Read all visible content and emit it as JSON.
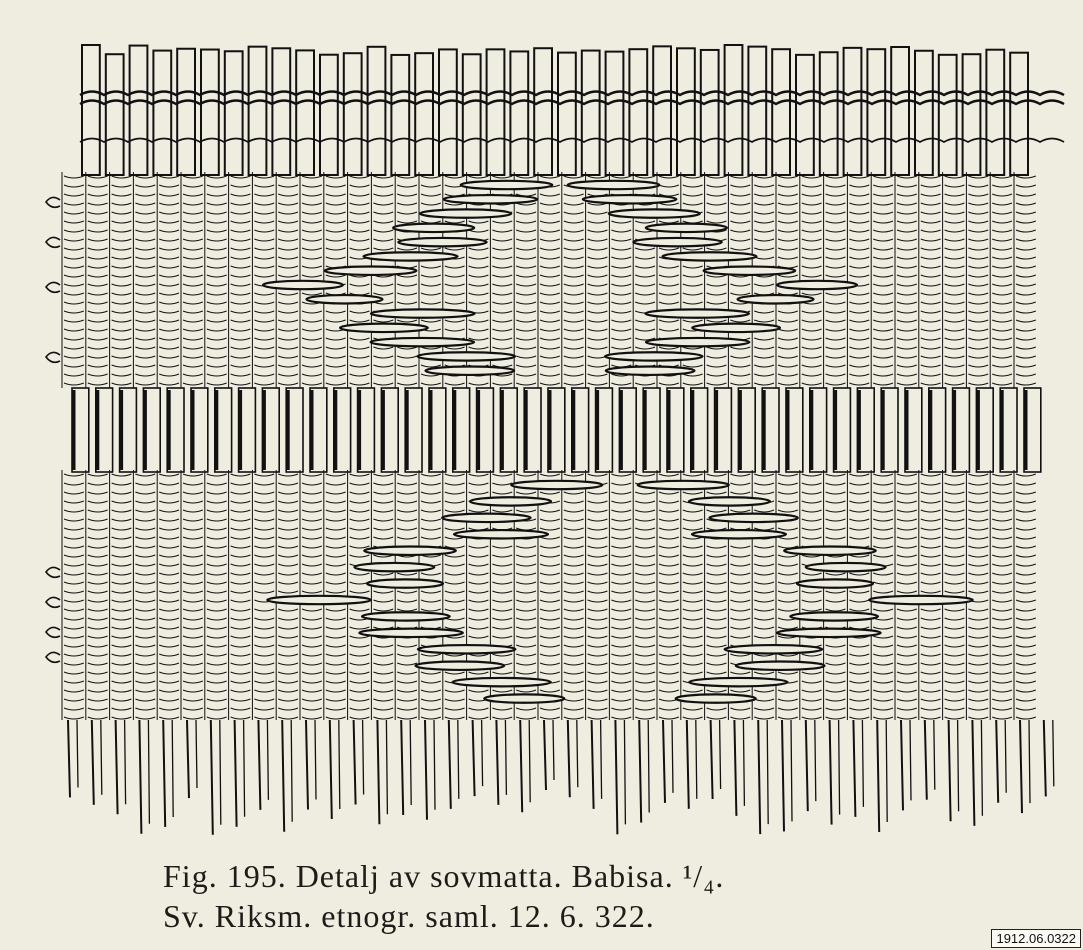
{
  "caption": {
    "line1": "Fig. 195.  Detalj av sovmatta.  Babisa.  ¹/₄.",
    "line2": "Sv. Riksm. etnogr. saml. 12. 6. 322."
  },
  "stamp": {
    "label": "1912.06.0322"
  },
  "illustration": {
    "subject": "woven sleeping mat detail",
    "ink_color": "#111111",
    "paper_color": "#efece0"
  }
}
